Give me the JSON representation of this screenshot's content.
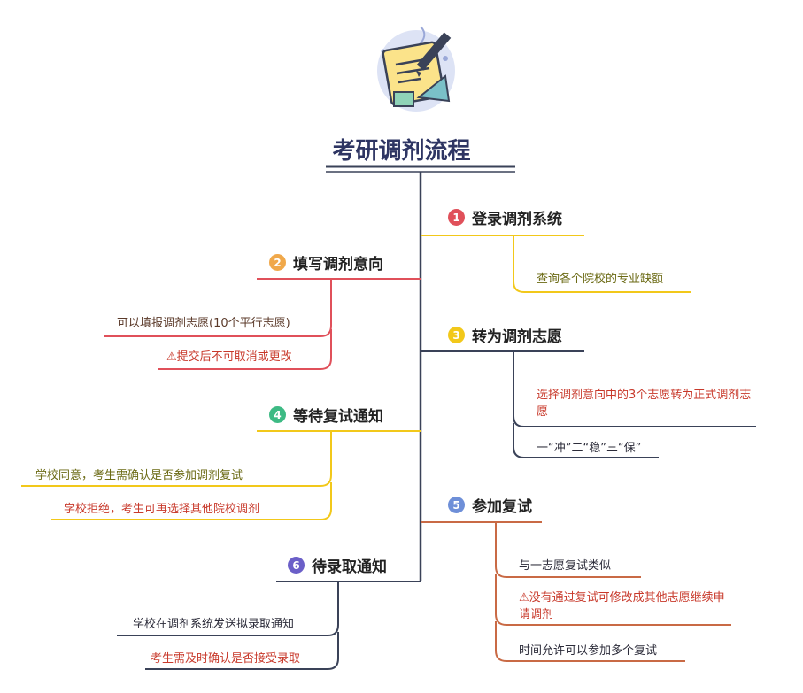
{
  "title": "考研调剂流程",
  "colors": {
    "trunk": "#3a4258",
    "step1": "#e0505a",
    "step2": "#f0a84a",
    "step3": "#f2c81a",
    "step4": "#3dba84",
    "step5": "#6e8fd8",
    "step6": "#6b5fc8"
  },
  "steps": [
    {
      "num": "1",
      "label": "登录调剂系统",
      "children": [
        "查询各个院校的专业缺额"
      ]
    },
    {
      "num": "2",
      "label": "填写调剂意向",
      "children": [
        "可以填报调剂志愿(10个平行志愿)",
        "⚠提交后不可取消或更改"
      ]
    },
    {
      "num": "3",
      "label": "转为调剂志愿",
      "children": [
        "选择调剂意向中的3个志愿转为正式调剂志愿",
        "一“冲”二“稳”三“保”"
      ]
    },
    {
      "num": "4",
      "label": "等待复试通知",
      "children": [
        "学校同意，考生需确认是否参加调剂复试",
        "学校拒绝，考生可再选择其他院校调剂"
      ]
    },
    {
      "num": "5",
      "label": "参加复试",
      "children": [
        "与一志愿复试类似",
        "⚠没有通过复试可修改成其他志愿继续申请调剂",
        "时间允许可以参加多个复试"
      ]
    },
    {
      "num": "6",
      "label": "待录取通知",
      "children": [
        "学校在调剂系统发送拟录取通知",
        "考生需及时确认是否接受录取"
      ]
    }
  ]
}
